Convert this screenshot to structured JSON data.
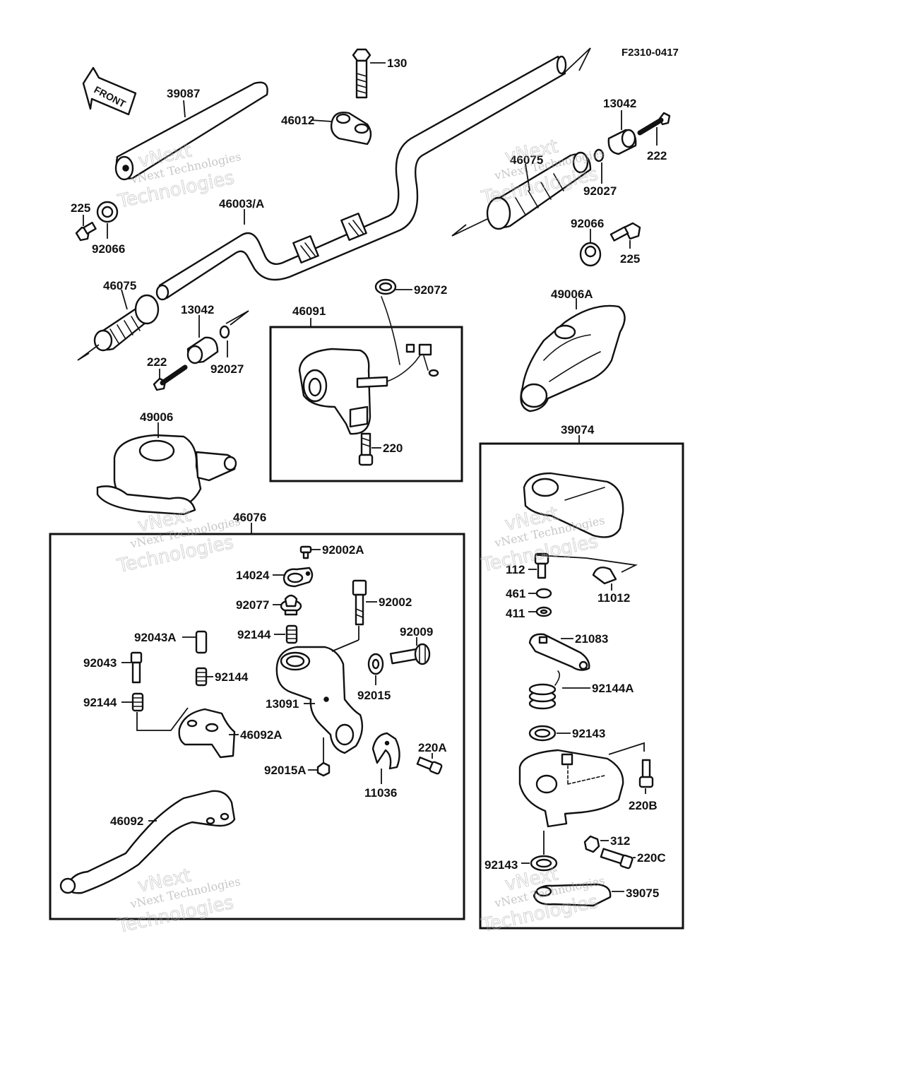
{
  "figure_code": "F2310-0417",
  "front_arrow_label": "FRONT",
  "watermark": {
    "line1": "vNext",
    "line2": "vNext Technologies",
    "line3": "Technologies"
  },
  "labels": {
    "p130": "130",
    "p39087": "39087",
    "p46012": "46012",
    "p13042_r": "13042",
    "p222_r": "222",
    "p46075_r": "46075",
    "p92027_r": "92027",
    "p225_l": "225",
    "p92066_l": "92066",
    "p46003": "46003/A",
    "p92066_r": "92066",
    "p225_r": "225",
    "p46075_l": "46075",
    "p13042_l": "13042",
    "p222_l": "222",
    "p92027_l": "92027",
    "p92072": "92072",
    "p46091": "46091",
    "p49006A": "49006A",
    "p220": "220",
    "p49006": "49006",
    "p39074": "39074",
    "p46076": "46076",
    "p92002A": "92002A",
    "p14024": "14024",
    "p92077": "92077",
    "p92002": "92002",
    "p92144_a": "92144",
    "p92009": "92009",
    "p92043A": "92043A",
    "p92043": "92043",
    "p92144_b": "92144",
    "p92015": "92015",
    "p92144_c": "92144",
    "p13091": "13091",
    "p46092A": "46092A",
    "p220A": "220A",
    "p92015A": "92015A",
    "p11036": "11036",
    "p46092": "46092",
    "p112": "112",
    "p11012": "11012",
    "p461": "461",
    "p411": "411",
    "p21083": "21083",
    "p92144A": "92144A",
    "p92143_a": "92143",
    "p220B": "220B",
    "p312": "312",
    "p220C": "220C",
    "p92143_b": "92143",
    "p39075": "39075"
  }
}
